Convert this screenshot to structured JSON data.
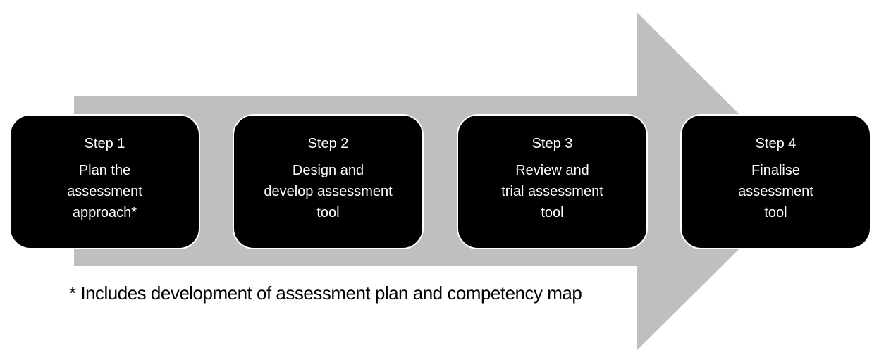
{
  "figure": {
    "description": "Four-step assessment tool development process on a right-pointing arrow",
    "background_color": "#ffffff",
    "arrow_color": "#bfbfbf",
    "box_fill_color": "#000000",
    "box_outline_color": "#ffffff",
    "box_text_color": "#ffffff",
    "footnote_text_color": "#000000"
  },
  "steps": [
    {
      "title": "Step 1",
      "lines": [
        "Plan the",
        "assessment",
        "approach*"
      ]
    },
    {
      "title": "Step 2",
      "lines": [
        "Design and",
        "develop assessment",
        "tool"
      ]
    },
    {
      "title": "Step 3",
      "lines": [
        "Review and",
        "trial assessment",
        "tool"
      ]
    },
    {
      "title": "Step 4",
      "lines": [
        "Finalise",
        "assessment",
        "tool"
      ]
    }
  ],
  "footnote": "* Includes development of assessment plan and competency map"
}
